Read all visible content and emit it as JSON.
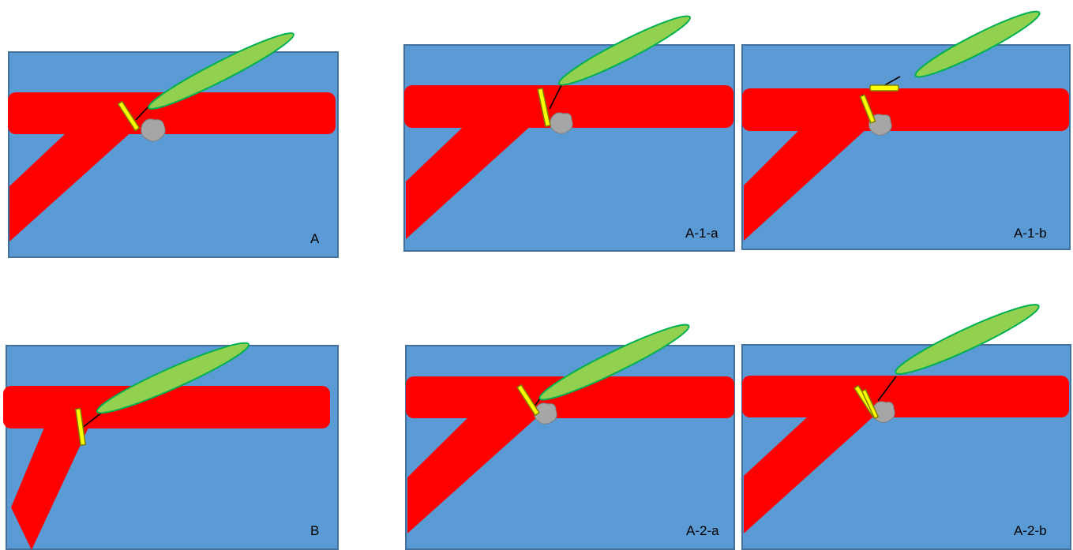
{
  "panels": [
    {
      "id": "A",
      "label": "A"
    },
    {
      "id": "A-1-a",
      "label": "A-1-a"
    },
    {
      "id": "A-1-b",
      "label": "A-1-b"
    },
    {
      "id": "B",
      "label": "B"
    },
    {
      "id": "A-2-a",
      "label": "A-2-a"
    },
    {
      "id": "A-2-b",
      "label": "A-2-b"
    }
  ],
  "colors": {
    "background": "#5b9bd5",
    "vessel": "#ff0000",
    "device_body": "#92d050",
    "clip": "#ffff00",
    "lesion": "#a6a6a6"
  }
}
